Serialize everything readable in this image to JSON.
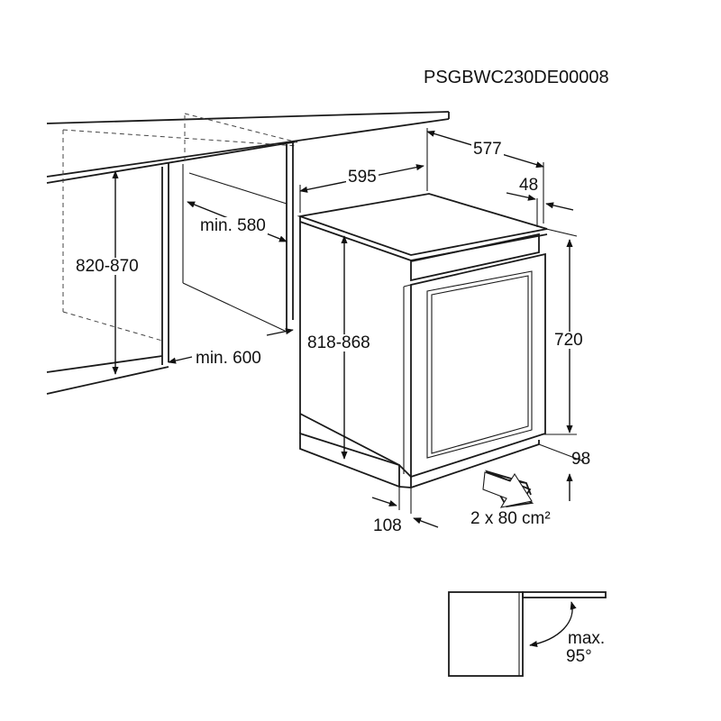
{
  "model_code": "PSGBWC230DE00008",
  "dimensions": {
    "depth": "577",
    "width": "595",
    "offset": "48",
    "niche_depth": "min. 580",
    "niche_height": "820-870",
    "appliance_height": "818-868",
    "door_height": "720",
    "niche_width": "min. 600",
    "plinth_height": "98",
    "plinth_depth": "108",
    "ventilation": "2 x 80 cm²",
    "door_opening_line1": "max.",
    "door_opening_line2": "95°"
  }
}
